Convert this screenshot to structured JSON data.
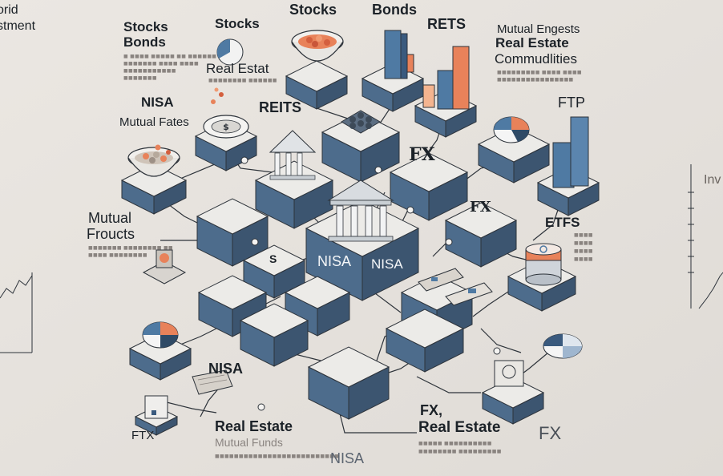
{
  "labels": {
    "top_left_1": "orid",
    "top_left_2": "stment",
    "stocks_bonds_1": "Stocks",
    "stocks_bonds_2": "Bonds",
    "stocks_mid": "Stocks",
    "stocks_top": "Stocks",
    "bonds_top": "Bonds",
    "reits_top": "RETS",
    "mutual_1": "Mutual Engests",
    "mutual_2": "Real Estate",
    "mutual_3": "Commudlities",
    "real_estat": "Real Estat",
    "nisa_left": "NISA",
    "mutual_fates": "Mutual Fates",
    "reits_mid": "REITS",
    "ftp": "FTP",
    "mutual_froucts_1": "Mutual",
    "mutual_froucts_2": "Froucts",
    "etfs": "ETFS",
    "inv_right": "Inv",
    "nisa_bottom_left": "NISA",
    "real_estate_bottom": "Real Estate",
    "mutual_funds_bottom": "Mutual Funds",
    "ftx_bottom": "FTX",
    "nisa_bottom": "NISA",
    "fx_real_1": "FX,",
    "fx_real_2": "Real Estate",
    "fx_right": "FX",
    "fx_box": "FX",
    "fx_box2": "FX",
    "nisa_front_left": "NISA",
    "nisa_front_right": "NISA",
    "s_box": "S"
  },
  "colors": {
    "background": "#e6e2dd",
    "box_top": "#ecebe8",
    "box_front": "#4d6c8c",
    "box_side": "#3c5570",
    "accent_orange": "#e8825a",
    "accent_blue": "#4f7aa3",
    "line": "#2d333a"
  },
  "icons": [
    "bank-icon",
    "pie-chart-icon",
    "bar-chart-icon",
    "bowl-icon",
    "coin-stack-icon",
    "document-icon"
  ]
}
